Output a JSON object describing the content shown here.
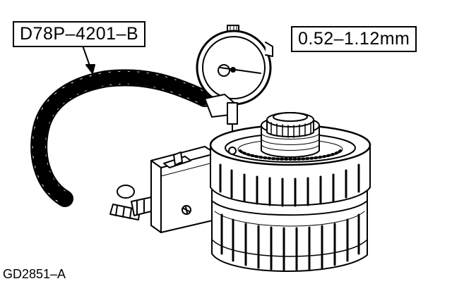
{
  "labels": {
    "tool_number": "D78P–4201–B",
    "clearance_spec": "0.52–1.12mm",
    "figure_id": "GD2851–A"
  },
  "colors": {
    "ink": "#000000",
    "paper": "#ffffff"
  },
  "icons": {
    "dial_indicator": "dial-indicator-icon",
    "magnetic_base": "magnetic-base-icon",
    "flexible_arm": "flexible-arm-icon",
    "clutch_drum": "clutch-drum-icon"
  }
}
